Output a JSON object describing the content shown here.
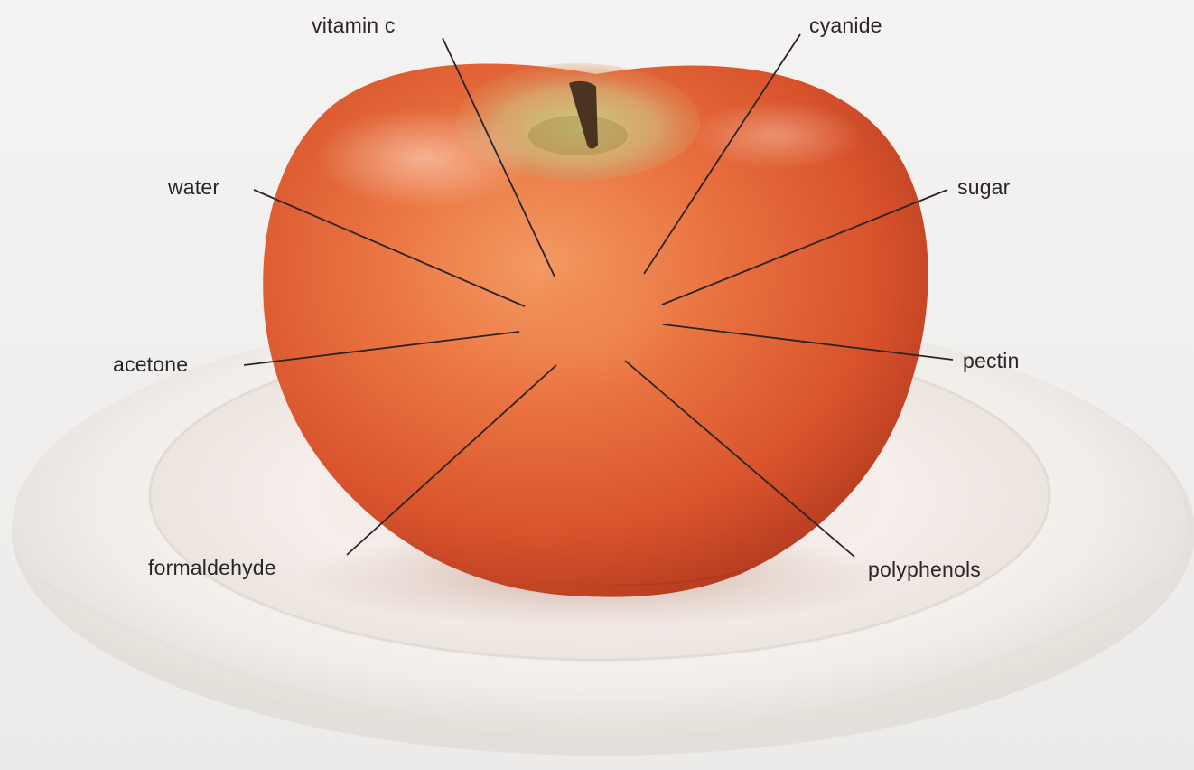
{
  "labels": {
    "vitamin_c": "vitamin c",
    "cyanide": "cyanide",
    "water": "water",
    "sugar": "sugar",
    "acetone": "acetone",
    "pectin": "pectin",
    "formaldehyde": "formaldehyde",
    "polyphenols": "polyphenols"
  },
  "colors": {
    "background": "#f1f0ef",
    "apple_skin": "#e2633a",
    "apple_highlight": "#f2a070",
    "apple_crown": "#b9c47a",
    "stem": "#4a3320",
    "plate": "#f4f1ee",
    "leader_line": "#2a2424",
    "label_text": "#2a2626"
  },
  "icons": {
    "subject": "apple-illustration",
    "support": "plate-illustration"
  }
}
